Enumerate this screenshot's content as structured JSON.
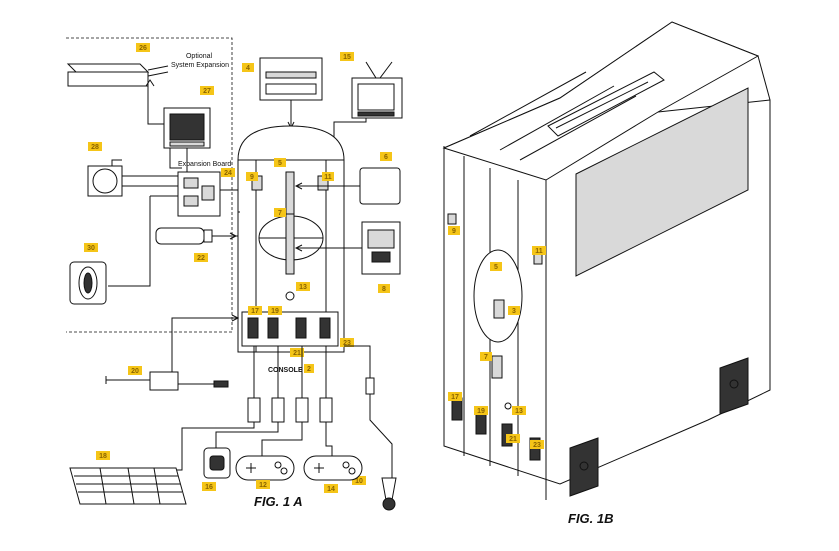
{
  "fig_a": {
    "caption": "FIG. 1 A",
    "optional_expansion_label": "Optional\nSystem Expansion",
    "expansion_board_label": "Expansion Board",
    "console_label": "CONSOLE",
    "console_number": "2"
  },
  "fig_b": {
    "caption": "FIG. 1B"
  },
  "ref_numbers_a": [
    "26",
    "27",
    "28",
    "24",
    "30",
    "22",
    "4",
    "15",
    "5",
    "9",
    "11",
    "6",
    "7",
    "8",
    "13",
    "17",
    "19",
    "21",
    "23",
    "20",
    "18",
    "16",
    "12",
    "14",
    "10"
  ],
  "ref_numbers_b": [
    "9",
    "11",
    "3",
    "5",
    "7",
    "17",
    "19",
    "21",
    "23",
    "13"
  ]
}
